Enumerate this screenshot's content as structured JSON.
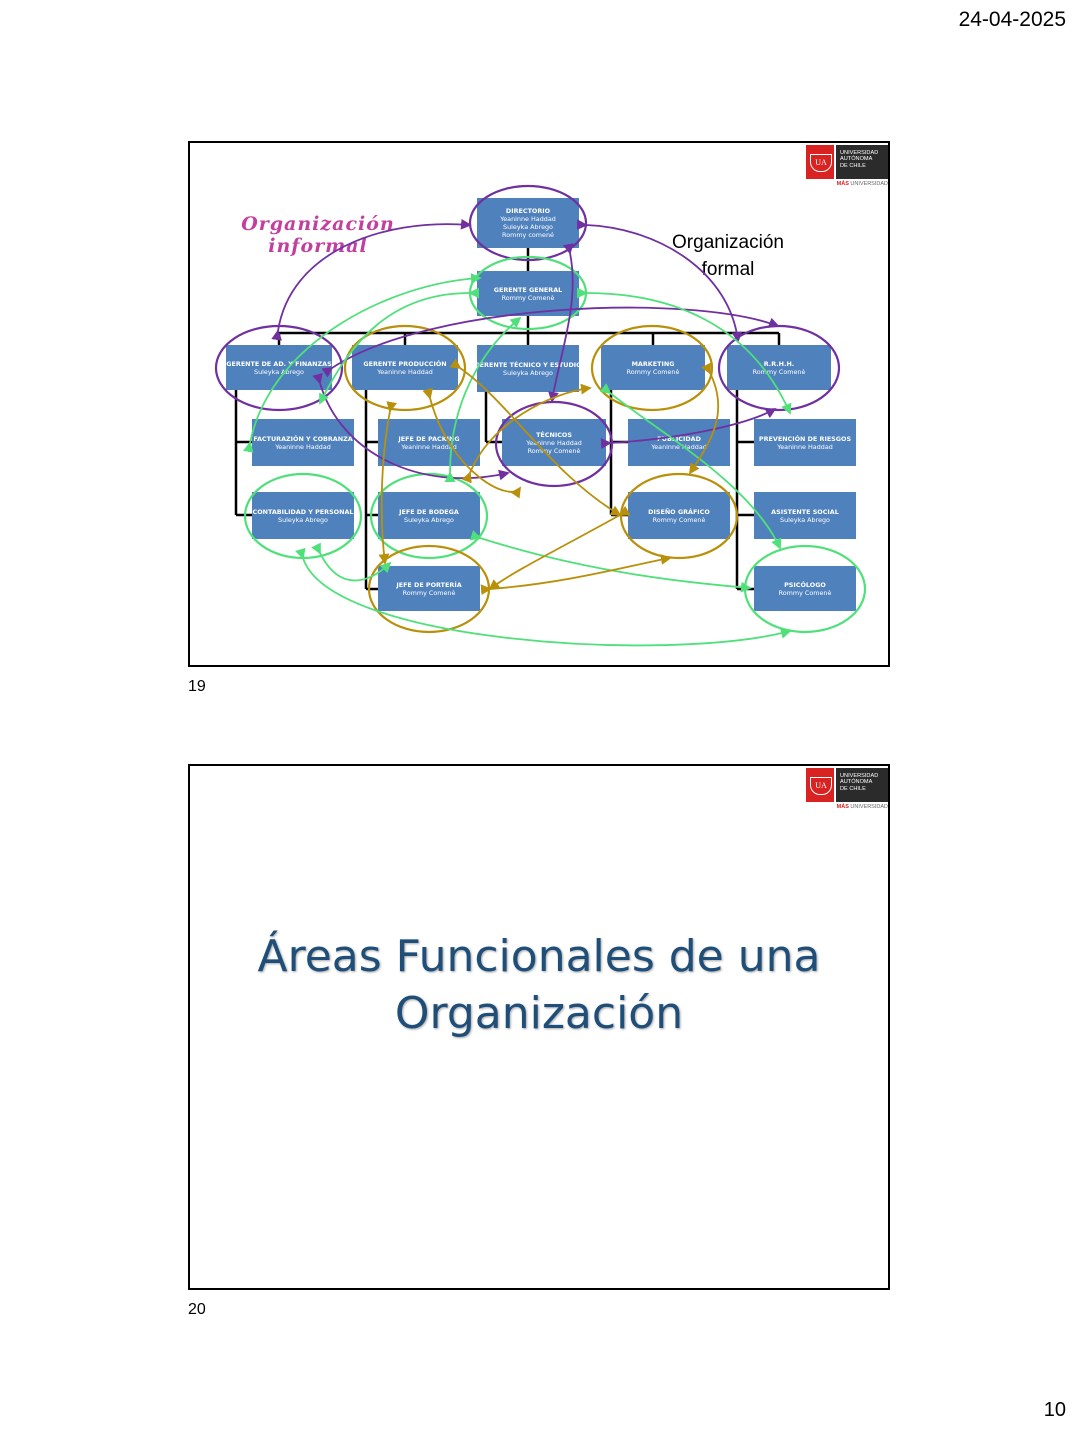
{
  "header": {
    "date": "24-04-2025"
  },
  "footer": {
    "page_number": "10"
  },
  "logo": {
    "line1": "UNIVERSIDAD",
    "line2": "AUTÓNOMA",
    "line3": "DE CHILE",
    "tag_bold": "MÁS",
    "tag_rest": "UNIVERSIDAD",
    "shield": "UA"
  },
  "slide19": {
    "number": "19",
    "informal_label": [
      "Organización",
      "informal"
    ],
    "formal_label": [
      "Organización",
      "formal"
    ],
    "boxes": {
      "directorio": {
        "title": "DIRECTORIO",
        "names": [
          "Yeaninne Haddad",
          "Suleyka Abrego",
          "Rommy comené"
        ]
      },
      "gerente_general": {
        "title": "GERENTE GENERAL",
        "names": [
          "Rommy Comenè"
        ]
      },
      "gerente_ad": {
        "title": "GERENTE DE AD. Y FINANZAS",
        "names": [
          "Suleyka Abrego"
        ]
      },
      "gerente_prod": {
        "title": "GERENTE PRODUCCIÓN",
        "names": [
          "Yeaninne Haddad"
        ]
      },
      "gerente_tec": {
        "title": "GERENTE TÉCNICO Y ESTUDIO",
        "names": [
          "Suleyka Abrego"
        ]
      },
      "marketing": {
        "title": "MARKETING",
        "names": [
          "Rommy Comenè"
        ]
      },
      "rrhh": {
        "title": "R.R.H.H.",
        "names": [
          "Rommy Comenè"
        ]
      },
      "facturacion": {
        "title": "FACTURAZIÓN Y COBRANZA",
        "names": [
          "Yeaninne Haddad"
        ]
      },
      "jefe_packing": {
        "title": "JEFE DE PACKING",
        "names": [
          "Yeaninne Haddad"
        ]
      },
      "tecnicos": {
        "title": "TÉCNICOS",
        "names": [
          "Yeaninne Haddad",
          "Rommy Comenè"
        ]
      },
      "publicidad": {
        "title": "PUBLICIDAD",
        "names": [
          "Yeaninne Haddad"
        ]
      },
      "prevencion": {
        "title": "PREVENCIÓN DE RIESGOS",
        "names": [
          "Yeaninne Haddad"
        ]
      },
      "contabilidad": {
        "title": "CONTABILIDAD Y PERSONAL",
        "names": [
          "Suleyka Abrego"
        ]
      },
      "jefe_bodega": {
        "title": "JEFE DE BODEGA",
        "names": [
          "Suleyka Abrego"
        ]
      },
      "diseno": {
        "title": "DISEÑO GRÁFICO",
        "names": [
          "Rommy Comenè"
        ]
      },
      "asistente": {
        "title": "ASISTENTE SOCIAL",
        "names": [
          "Suleyka Abrego"
        ]
      },
      "jefe_porteria": {
        "title": "JEFE DE PORTERÍA",
        "names": [
          "Rommy Comenè"
        ]
      },
      "psicologo": {
        "title": "PSICÓLOGO",
        "names": [
          "Rommy Comenè"
        ]
      }
    },
    "colors": {
      "box": "#4f81bd",
      "purple": "#7030a0",
      "green": "#50e07a",
      "gold": "#b8900a"
    }
  },
  "slide20": {
    "number": "20",
    "title_lines": [
      "Áreas Funcionales de una",
      "Organización"
    ]
  }
}
